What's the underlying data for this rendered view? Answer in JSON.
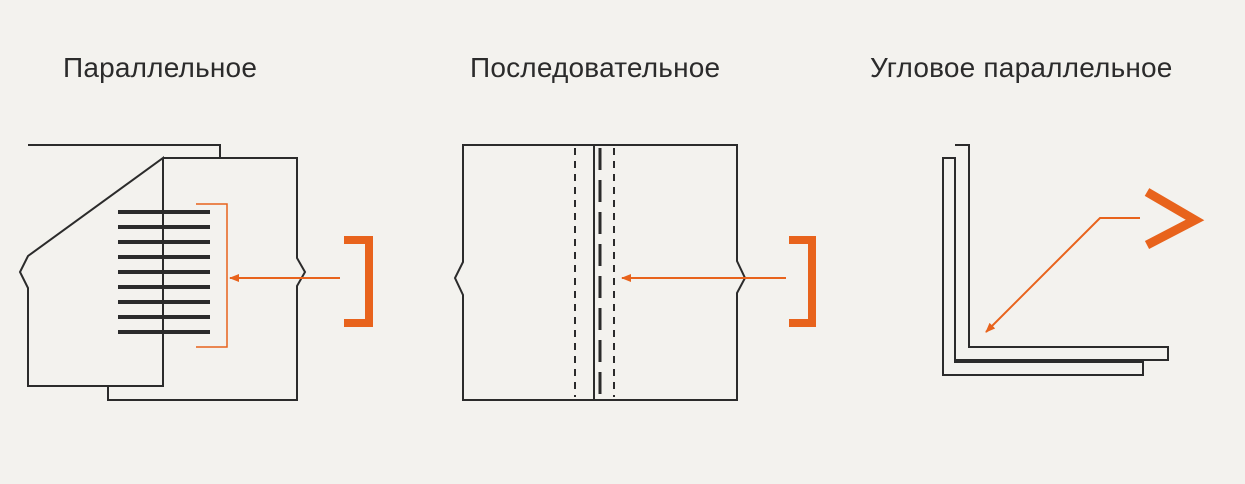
{
  "labels": {
    "parallel": "Параллельное",
    "sequential": "Последовательное",
    "angular": "Угловое параллельное"
  },
  "colors": {
    "background": "#f3f2ee",
    "line": "#2b2b2b",
    "accent": "#e8631c"
  },
  "icons": {
    "bracket": "weld-bracket-symbol",
    "angle": "fillet-weld-symbol",
    "arrow": "leader-arrow"
  }
}
